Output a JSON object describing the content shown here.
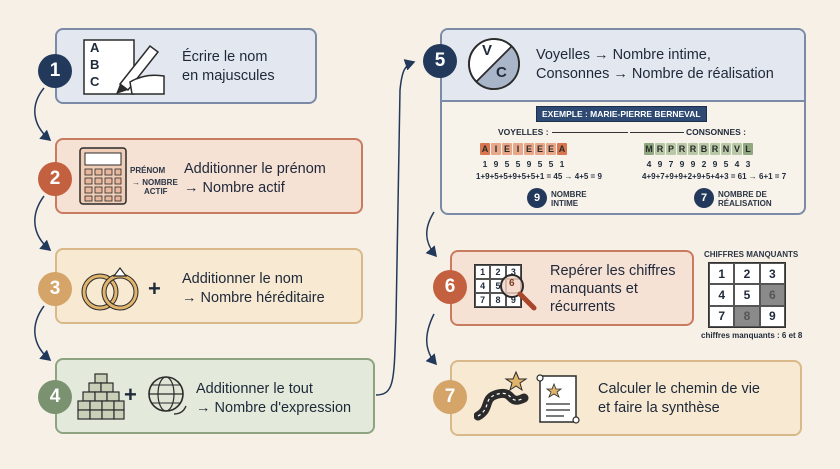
{
  "steps": [
    {
      "num": "1",
      "line1": "Écrire le nom",
      "line2": "en majuscules"
    },
    {
      "num": "2",
      "line1": "Additionner le prénom",
      "line2": "→ Nombre actif",
      "icon_label1": "PRÉNOM",
      "icon_label2": "→ NOMBRE",
      "icon_label3": "ACTIF"
    },
    {
      "num": "3",
      "line1": "Additionner le nom",
      "line2": "→ Nombre héréditaire",
      "plus": "+"
    },
    {
      "num": "4",
      "line1": "Additionner le tout",
      "line2": "→ Nombre d'expression",
      "plus": "+"
    },
    {
      "num": "5",
      "line1": "Voyelles → Nombre intime,",
      "line2": "Consonnes → Nombre de réalisation",
      "v": "V",
      "c": "C"
    },
    {
      "num": "6",
      "line1": "Repérer les chiffres",
      "line2": "manquants et",
      "line3": "récurrents",
      "magnifier_digit": "6"
    },
    {
      "num": "7",
      "line1": "Calculer le chemin de vie",
      "line2": "et faire la synthèse"
    }
  ],
  "abc": [
    "A",
    "B",
    "C"
  ],
  "example": {
    "banner": "EXEMPLE : MARIE-PIERRE BERNEVAL",
    "vowels_label": "VOYELLES :",
    "consonants_label": "CONSONNES :",
    "vowel_letters": [
      "A",
      "I",
      "E",
      "I",
      "E",
      "E",
      "E",
      "A"
    ],
    "vowel_digits": [
      "1",
      "9",
      "5",
      "5",
      "9",
      "5",
      "5",
      "1"
    ],
    "vowel_sum": "1+9+5+5+9+5+5+1 = 45 → 4+5 = 9",
    "consonant_letters": [
      "M",
      "R",
      "P",
      "R",
      "R",
      "B",
      "R",
      "N",
      "V",
      "L"
    ],
    "consonant_digits": [
      "4",
      "9",
      "7",
      "9",
      "9",
      "2",
      "9",
      "5",
      "4",
      "3"
    ],
    "consonant_sum": "4+9+7+9+9+2+9+5+4+3 = 61 → 6+1 = 7",
    "intime_num": "9",
    "intime_l1": "NOMBRE",
    "intime_l2": "INTIME",
    "real_num": "7",
    "real_l1": "NOMBRE DE",
    "real_l2": "RÉALISATION"
  },
  "grid_small": [
    "1",
    "2",
    "3",
    "4",
    "5",
    "",
    "7",
    "8",
    "9"
  ],
  "missing": {
    "title": "CHIFFRES MANQUANTS",
    "cells": [
      "1",
      "2",
      "3",
      "4",
      "5",
      "6",
      "7",
      "8",
      "9"
    ],
    "caption": "chiffres manquants : 6 et 8"
  },
  "colors": {
    "navy": "#23395b",
    "rust": "#c3603f",
    "sand": "#d4a468",
    "sage": "#7a9270",
    "blue_fill": "#e3e7ef",
    "rust_fill": "#f6e1d5",
    "sand_fill": "#f7e9d2",
    "sage_fill": "#e3eadb"
  }
}
